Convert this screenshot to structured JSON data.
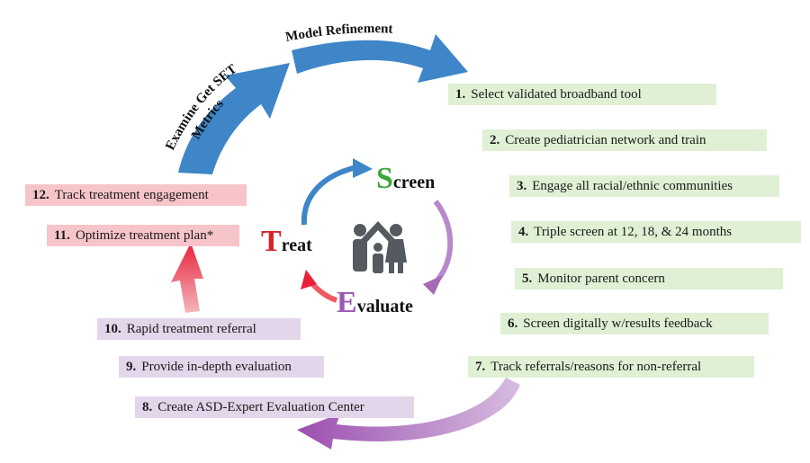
{
  "refinement": {
    "top_label": "Model Refinement",
    "side_label_line1": "Examine Get SET",
    "side_label_line2": "Metrics"
  },
  "cycle": {
    "screen": {
      "letter": "S",
      "rest": "creen",
      "color": "#3aa83a"
    },
    "evaluate": {
      "letter": "E",
      "rest": "valuate",
      "color": "#9b59b6"
    },
    "treat": {
      "letter": "T",
      "rest": "reat",
      "color": "#d6232a"
    },
    "center_icon": "family-icon"
  },
  "steps": [
    {
      "num": "1.",
      "text": "Select validated broadband tool",
      "group": "green"
    },
    {
      "num": "2.",
      "text": "Create pediatrician network and train",
      "group": "green"
    },
    {
      "num": "3.",
      "text": "Engage all racial/ethnic communities",
      "group": "green"
    },
    {
      "num": "4.",
      "text": "Triple screen at 12, 18, & 24 months",
      "group": "green"
    },
    {
      "num": "5.",
      "text": "Monitor parent concern",
      "group": "green"
    },
    {
      "num": "6.",
      "text": "Screen digitally w/results feedback",
      "group": "green"
    },
    {
      "num": "7.",
      "text": "Track referrals/reasons for non-referral",
      "group": "green"
    },
    {
      "num": "8.",
      "text": "Create ASD-Expert Evaluation Center",
      "group": "purple"
    },
    {
      "num": "9.",
      "text": "Provide in-depth evaluation",
      "group": "purple"
    },
    {
      "num": "10.",
      "text": "Rapid treatment referral",
      "group": "purple"
    },
    {
      "num": "11.",
      "text": "Optimize treatment plan*",
      "group": "pink"
    },
    {
      "num": "12.",
      "text": "Track treatment engagement",
      "group": "pink"
    }
  ],
  "colors": {
    "blue_arrow": "#3f86c8",
    "purple_arrow": "#a46bb3",
    "red_arrow": "#e8203a",
    "icon_gray": "#555a60"
  }
}
